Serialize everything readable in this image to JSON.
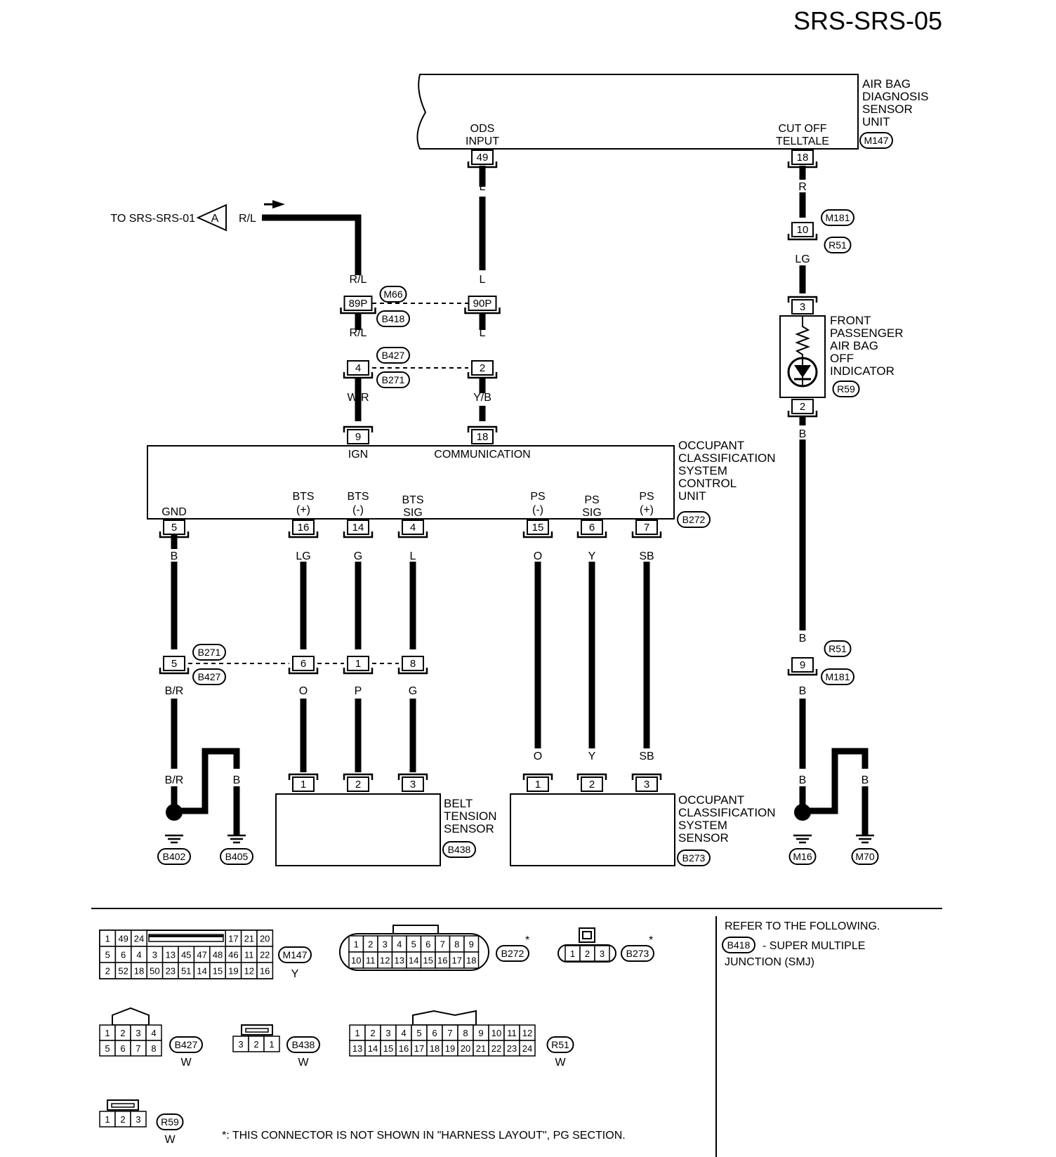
{
  "page_id": "SRS-SRS-05",
  "blocks": {
    "air_bag_unit": {
      "label": [
        "AIR BAG",
        "DIAGNOSIS",
        "SENSOR",
        "UNIT"
      ],
      "connector": "M147",
      "pins": {
        "ods_input": {
          "label": [
            "ODS",
            "INPUT"
          ],
          "pin": "49"
        },
        "cut_off_telltale": {
          "label": [
            "CUT OFF",
            "TELLTALE"
          ],
          "pin": "18"
        }
      }
    },
    "occupant_control_unit": {
      "label": [
        "OCCUPANT",
        "CLASSIFICATION",
        "SYSTEM",
        "CONTROL",
        "UNIT"
      ],
      "connector": "B272",
      "pins": {
        "ign": {
          "label": "IGN",
          "pin": "9"
        },
        "communication": {
          "label": "COMMUNICATION",
          "pin": "18"
        },
        "gnd": {
          "label": "GND",
          "pin": "5"
        },
        "bts_plus": {
          "label": [
            "BTS",
            "(+)"
          ],
          "pin": "16"
        },
        "bts_minus": {
          "label": [
            "BTS",
            "(-)"
          ],
          "pin": "14"
        },
        "bts_sig": {
          "label": [
            "BTS",
            "SIG"
          ],
          "pin": "4"
        },
        "ps_minus": {
          "label": [
            "PS",
            "(-)"
          ],
          "pin": "15"
        },
        "ps_sig": {
          "label": [
            "PS",
            "SIG"
          ],
          "pin": "6"
        },
        "ps_plus": {
          "label": [
            "PS",
            "(+)"
          ],
          "pin": "7"
        }
      }
    },
    "front_passenger_indicator": {
      "label": [
        "FRONT",
        "PASSENGER",
        "AIR BAG",
        "OFF",
        "INDICATOR"
      ],
      "connector": "R59",
      "pins": [
        "3",
        "2"
      ]
    },
    "belt_tension_sensor": {
      "label": [
        "BELT",
        "TENSION",
        "SENSOR"
      ],
      "connector": "B438",
      "pins": [
        "1",
        "2",
        "3"
      ]
    },
    "occupant_sensor": {
      "label": [
        "OCCUPANT",
        "CLASSIFICATION",
        "SYSTEM",
        "SENSOR"
      ],
      "connector": "B273",
      "pins": [
        "1",
        "2",
        "3"
      ]
    }
  },
  "offpage": {
    "text": "TO SRS-SRS-01",
    "letter": "A",
    "wire": "R/L"
  },
  "junctions": {
    "j_m66": {
      "c1": "M66",
      "c2": "B418",
      "left_pin": "89P",
      "right_pin": "90P"
    },
    "j_b427": {
      "c1": "B427",
      "c2": "B271",
      "left_pin": "4",
      "right_pin": "2"
    },
    "j_m181": {
      "c1": "M181",
      "c2": "R51",
      "pin": "10"
    },
    "j_r51": {
      "c1": "R51",
      "c2": "M181",
      "pin": "9"
    },
    "j_b271": {
      "c1": "B271",
      "c2": "B427",
      "pins": [
        "5",
        "6",
        "1",
        "8"
      ]
    }
  },
  "wire_colors": {
    "rl_top": "R/L",
    "rl_mid": "R/L",
    "rl_low": "R/L",
    "wr": "W/R",
    "l_top": "L",
    "l_mid": "L",
    "l_low": "L",
    "yb": "Y/B",
    "r_top": "R",
    "lg_top": "LG",
    "b_top": "B",
    "b_r51_above": "B",
    "b_r51_below": "B",
    "gnd_b": "B",
    "gnd_br": "B/R",
    "gnd_br2": "B/R",
    "gnd_b2": "B",
    "gnd_b3": "B",
    "lg": "LG",
    "o_btsplus": "O",
    "g": "G",
    "p": "P",
    "l_btssig": "L",
    "g_btssig": "G",
    "o_ps": "O",
    "o_ps2": "O",
    "y_ps": "Y",
    "y_ps2": "Y",
    "sb_ps": "SB",
    "sb_ps2": "SB",
    "m16_b": "B",
    "m16_b2": "B",
    "m70_b": "B"
  },
  "grounds": [
    "B402",
    "B405",
    "M16",
    "M70"
  ],
  "connector_views": {
    "m147": {
      "id": "M147",
      "color": "Y",
      "row1": [
        "1",
        "49",
        "24",
        "17",
        "21",
        "20"
      ],
      "row2": [
        "5",
        "6",
        "4",
        "3",
        "13",
        "45",
        "47",
        "48",
        "46",
        "11",
        "22"
      ],
      "row3": [
        "2",
        "52",
        "18",
        "50",
        "23",
        "51",
        "14",
        "15",
        "19",
        "12",
        "16"
      ]
    },
    "b272": {
      "id": "B272",
      "star": "*",
      "row1": [
        "1",
        "2",
        "3",
        "4",
        "5",
        "6",
        "7",
        "8",
        "9"
      ],
      "row2": [
        "10",
        "11",
        "12",
        "13",
        "14",
        "15",
        "16",
        "17",
        "18"
      ]
    },
    "b273": {
      "id": "B273",
      "star": "*",
      "row1": [
        "1",
        "2",
        "3"
      ]
    },
    "b427": {
      "id": "B427",
      "color": "W",
      "row1": [
        "1",
        "2",
        "3",
        "4"
      ],
      "row2": [
        "5",
        "6",
        "7",
        "8"
      ]
    },
    "b438": {
      "id": "B438",
      "color": "W",
      "row1": [
        "3",
        "2",
        "1"
      ]
    },
    "r51": {
      "id": "R51",
      "color": "W",
      "row1": [
        "1",
        "2",
        "3",
        "4",
        "5",
        "6",
        "7",
        "8",
        "9",
        "10",
        "11",
        "12"
      ],
      "row2": [
        "13",
        "14",
        "15",
        "16",
        "17",
        "18",
        "19",
        "20",
        "21",
        "22",
        "23",
        "24"
      ]
    },
    "r59": {
      "id": "R59",
      "color": "W",
      "row1": [
        "1",
        "2",
        "3"
      ]
    }
  },
  "refer_note": {
    "line1": "REFER TO THE FOLLOWING.",
    "conn": "B418",
    "line2": "- SUPER MULTIPLE",
    "line3": "JUNCTION (SMJ)"
  },
  "footnote": "*: THIS CONNECTOR IS NOT SHOWN IN \"HARNESS LAYOUT\", PG SECTION."
}
